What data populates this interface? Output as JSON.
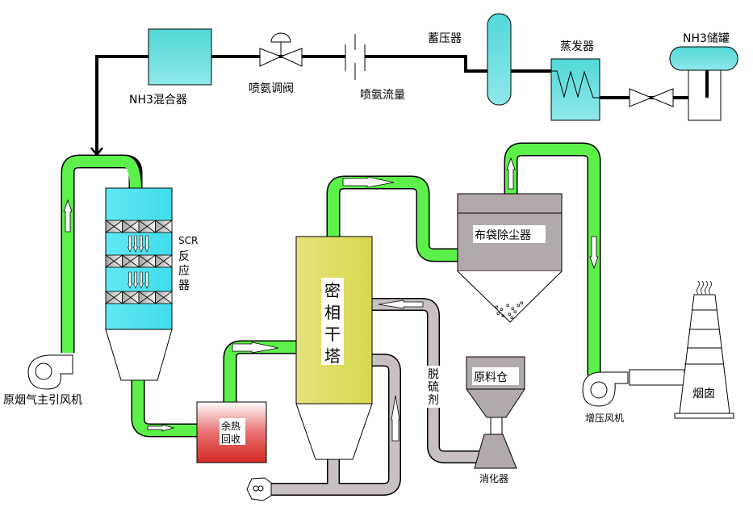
{
  "labels": {
    "nh3_mixer": "NH3混合器",
    "ammonia_valve": "喷氨调阀",
    "ammonia_flow": "喷氨流量",
    "accumulator": "蓄压器",
    "evaporator": "蒸发器",
    "nh3_tank": "NH3储罐",
    "scr": [
      "SCR",
      "反",
      "应",
      "器"
    ],
    "main_fan": "原烟气主引风机",
    "waste_heat": [
      "余热",
      "回收"
    ],
    "tower": [
      "密",
      "相",
      "干",
      "塔"
    ],
    "baghouse": "布袋除尘器",
    "desulfurizer": [
      "脱",
      "硫",
      "剂"
    ],
    "raw_bin": "原料仓",
    "digester": "消化器",
    "booster_fan": "增压风机",
    "chimney": "烟囱"
  },
  "colors": {
    "flue_gas_pipe": "#5cf04a",
    "ash_pipe": "#c8c0c4",
    "reactor": "#4fdde8",
    "tower": "#dcdc5a",
    "baghouse": "#b2a9ac",
    "waste_heat": "#d42a22",
    "ammonia_vessel": "#5edcd8"
  }
}
